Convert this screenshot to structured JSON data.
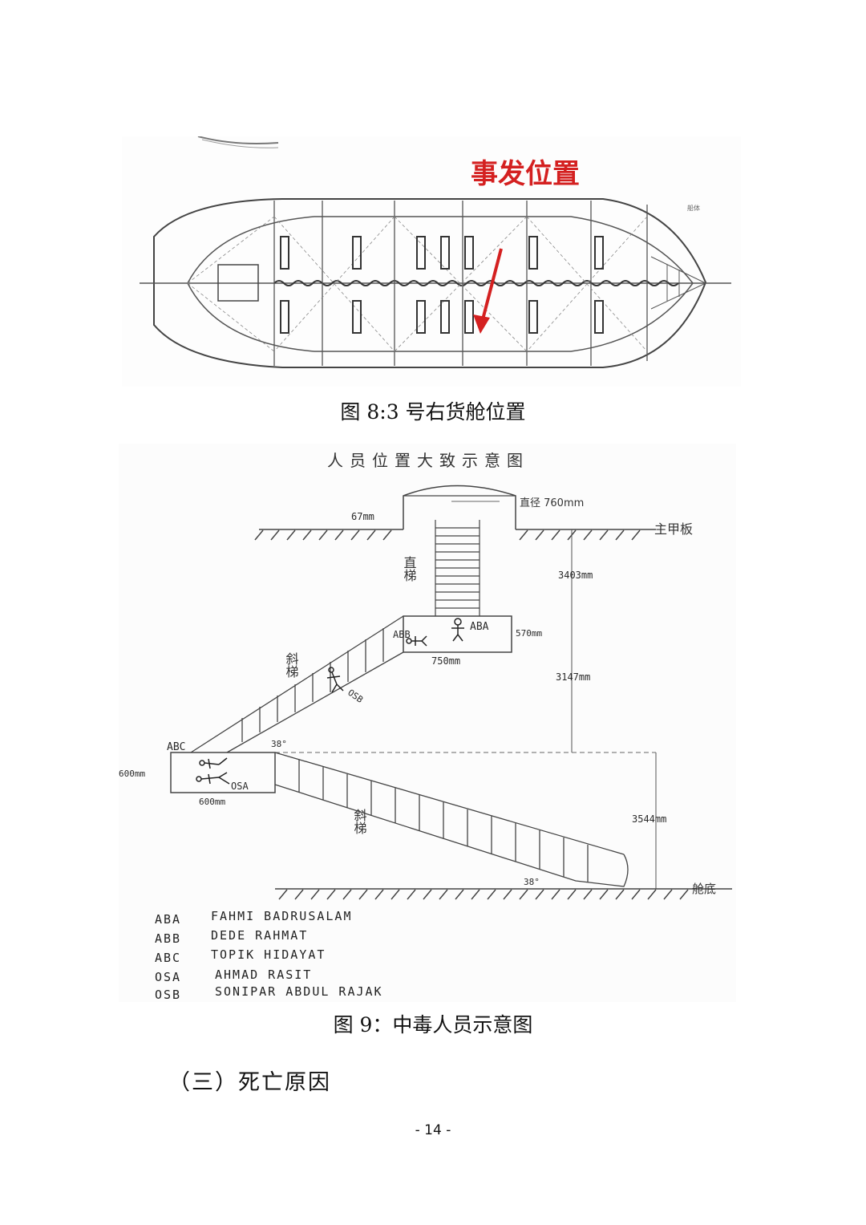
{
  "figure8": {
    "annotation": "事发位置",
    "annotation_color": "#d42020",
    "caption": "图 8:3 号右货舱位置"
  },
  "figure9": {
    "title": "人员位置大致示意图",
    "labels": {
      "diameter": "直径 760mm",
      "hatch_height": "67mm",
      "main_deck": "主甲板",
      "vertical_ladder": "直梯",
      "dist1": "3403mm",
      "dist2": "3147mm",
      "dist3": "3544mm",
      "platform1_height": "570mm",
      "platform1_width": "750mm",
      "platform2_height": "600mm",
      "platform2_width": "600mm",
      "inclined_ladder_upper": "斜梯",
      "inclined_ladder_lower": "斜梯",
      "angle_upper": "38°",
      "angle_lower": "38°",
      "bottom_plate": "舱底",
      "person_aba": "ABA",
      "person_abb": "ABB",
      "person_abc": "ABC",
      "person_osa": "OSA",
      "person_osb": "OSB"
    },
    "legend": [
      {
        "code": "ABA",
        "name": "FAHMI  BADRUSALAM"
      },
      {
        "code": "ABB",
        "name": "DEDE  RAHMAT"
      },
      {
        "code": "ABC",
        "name": "TOPIK  HIDAYAT"
      },
      {
        "code": "OSA",
        "name": "AHMAD  RASIT"
      },
      {
        "code": "OSB",
        "name": "SONIPAR  ABDUL  RAJAK"
      }
    ],
    "caption": "图 9：中毒人员示意图"
  },
  "section_heading": "（三）死亡原因",
  "page_number": "- 14 -"
}
